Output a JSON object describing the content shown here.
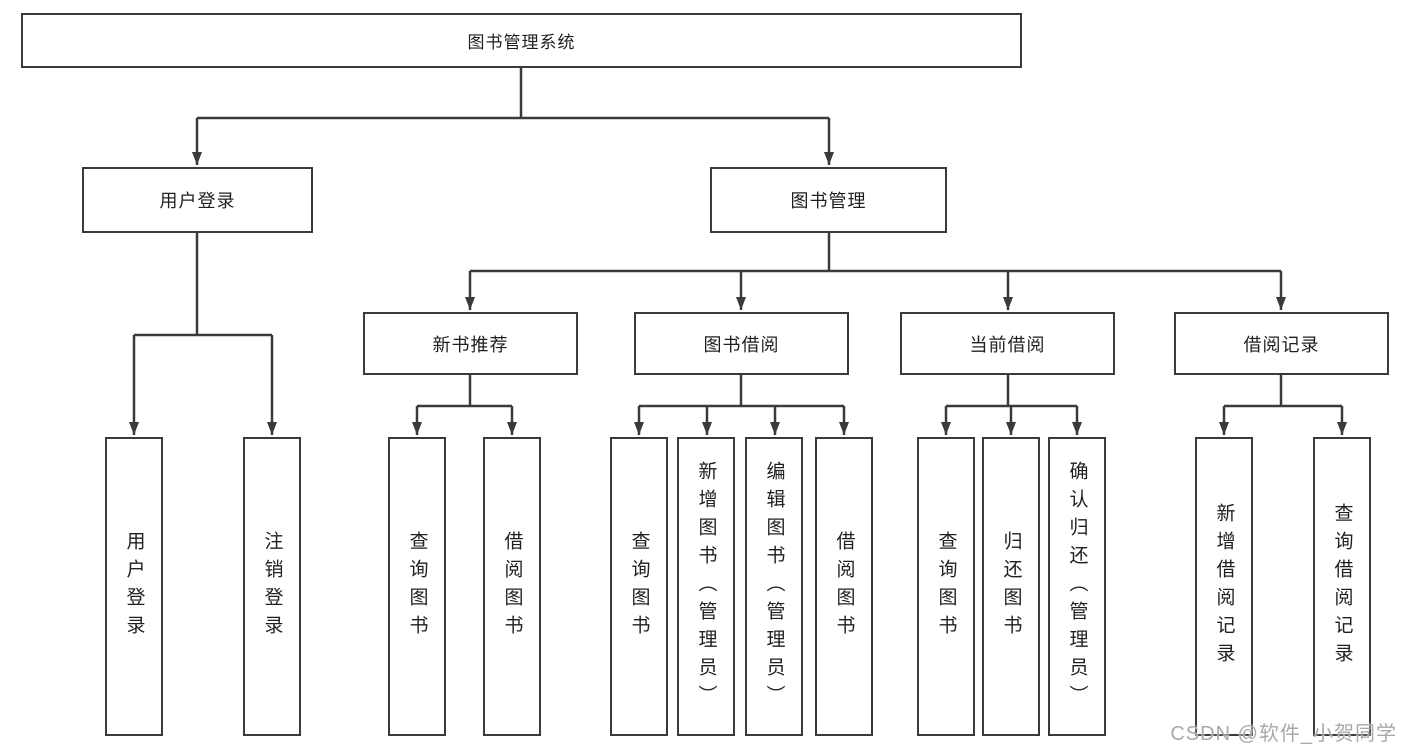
{
  "tree": {
    "label": "图书管理系统",
    "children": [
      {
        "label": "用户登录",
        "children": [
          {
            "label": "用户登录"
          },
          {
            "label": "注销登录"
          }
        ]
      },
      {
        "label": "图书管理",
        "children": [
          {
            "label": "新书推荐",
            "children": [
              {
                "label": "查询图书"
              },
              {
                "label": "借阅图书"
              }
            ]
          },
          {
            "label": "图书借阅",
            "children": [
              {
                "label": "查询图书"
              },
              {
                "label": "新增图书（管理员）"
              },
              {
                "label": "编辑图书（管理员）"
              },
              {
                "label": "借阅图书"
              }
            ]
          },
          {
            "label": "当前借阅",
            "children": [
              {
                "label": "查询图书"
              },
              {
                "label": "归还图书"
              },
              {
                "label": "确认归还（管理员）"
              }
            ]
          },
          {
            "label": "借阅记录",
            "children": [
              {
                "label": "新增借阅记录"
              },
              {
                "label": "查询借阅记录"
              }
            ]
          }
        ]
      }
    ]
  },
  "watermark": {
    "text": "CSDN @软件_小贺同学"
  },
  "colors": {
    "line": "#3a3a3a",
    "text": "#1f1f1f",
    "watermark": "#a9a9a9",
    "background": "#ffffff"
  }
}
